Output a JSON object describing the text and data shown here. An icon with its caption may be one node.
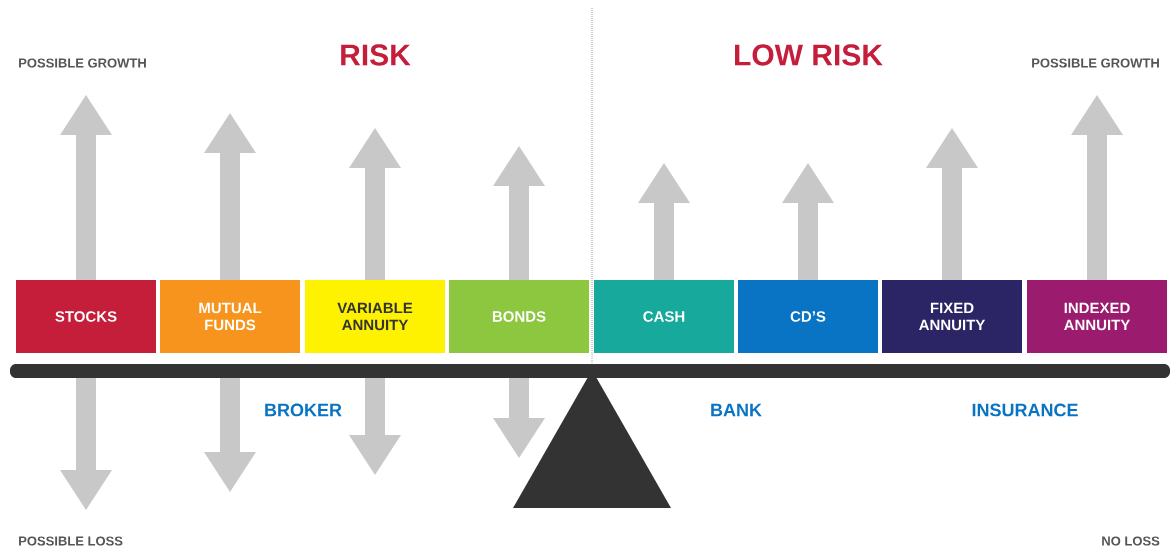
{
  "diagram": {
    "nodes": [
      {
        "text": [
          "STOCKS"
        ]
      },
      {
        "text": [
          "MUTUAL FUNDS"
        ]
      },
      {
        "text": [
          "VARIABLE ANNUITY"
        ]
      },
      {
        "text": [
          "BONDS"
        ]
      },
      {
        "text": [
          "CASH"
        ]
      },
      {
        "text": [
          "CD’S"
        ]
      },
      {
        "text": [
          "FIXED ANNUITY"
        ]
      },
      {
        "text": [
          "INDEXED ANNUITY"
        ]
      }
    ],
    "labels": [
      "POSSIBLE GROWTH",
      "RISK",
      "LOW RISK",
      "POSSIBLE GROWTH",
      "BROKER",
      "BANK",
      "INSURANCE",
      "POSSIBLE LOSS",
      "NO LOSS"
    ]
  }
}
